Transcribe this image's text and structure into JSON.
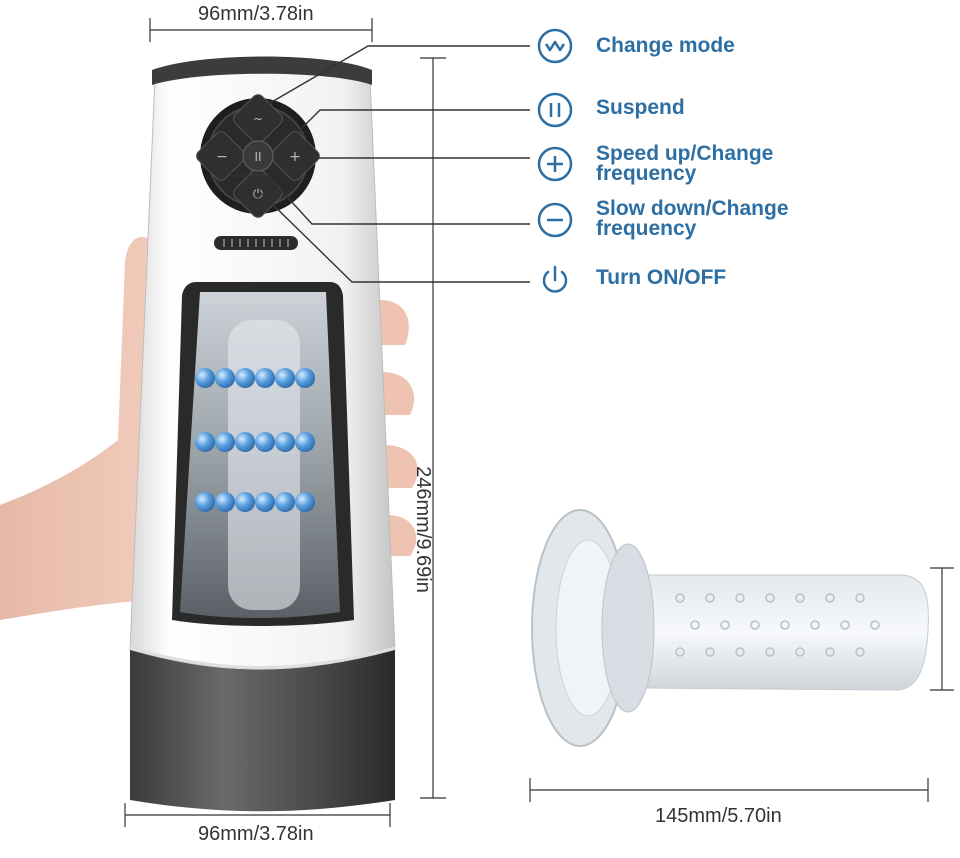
{
  "dimensions": {
    "top_width": "96mm/3.78in",
    "bottom_width": "96mm/3.78in",
    "height": "246mm/9.69in",
    "sleeve_length": "145mm/5.70in"
  },
  "features": [
    {
      "icon": "wave-icon",
      "label": "Change mode"
    },
    {
      "icon": "pause-icon",
      "label": "Suspend"
    },
    {
      "icon": "plus-icon",
      "label": "Speed up/Change\nfrequency"
    },
    {
      "icon": "minus-icon",
      "label": "Slow down/Change\nfrequency"
    },
    {
      "icon": "power-icon",
      "label": "Turn ON/OFF"
    }
  ],
  "colors": {
    "accent": "#2d6ea3",
    "line": "#333333",
    "beads": "#5aa0e0"
  }
}
